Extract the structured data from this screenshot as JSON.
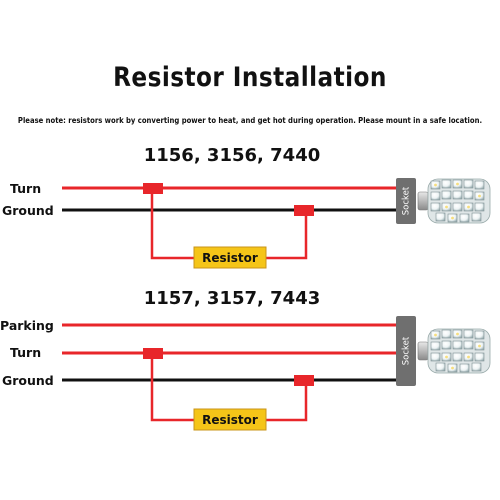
{
  "title": "Resistor Installation",
  "note": "Please note: resistors work by converting power to heat, and get hot during operation. Please mount in a safe location.",
  "colors": {
    "power_wire": "#e8262a",
    "ground_wire": "#111111",
    "resistor_box": "#f5c518",
    "resistor_border": "#c9941a",
    "socket": "#6f6f6f"
  },
  "sections": [
    {
      "heading": "1156, 3156, 7440",
      "wires": [
        {
          "label": "Turn",
          "color": "power_wire"
        },
        {
          "label": "Ground",
          "color": "ground_wire"
        }
      ],
      "resistor_label": "Resistor",
      "socket_label": "Socket",
      "bulb_icon": "led-bulb-icon"
    },
    {
      "heading": "1157, 3157, 7443",
      "wires": [
        {
          "label": "Parking",
          "color": "power_wire"
        },
        {
          "label": "Turn",
          "color": "power_wire"
        },
        {
          "label": "Ground",
          "color": "ground_wire"
        }
      ],
      "resistor_label": "Resistor",
      "socket_label": "Socket",
      "bulb_icon": "led-bulb-icon"
    }
  ]
}
